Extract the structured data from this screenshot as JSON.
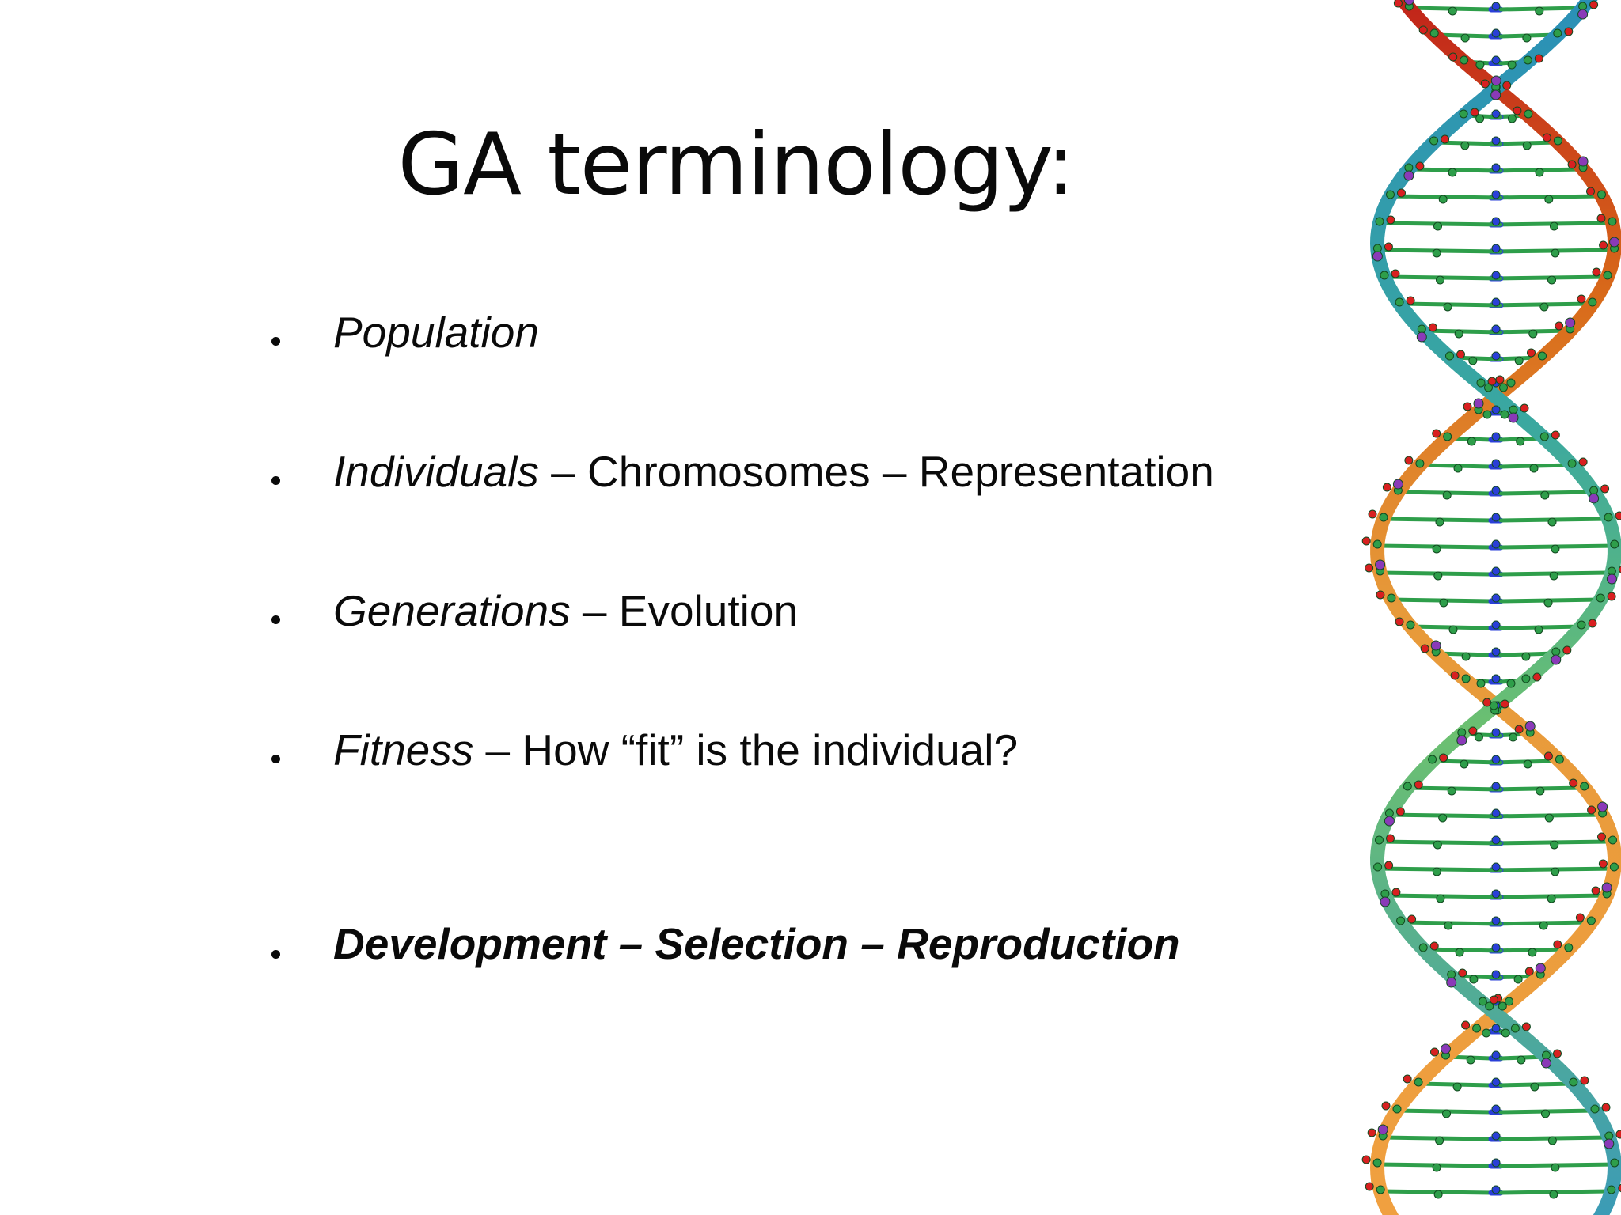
{
  "slide": {
    "title": "GA terminology:",
    "bullets": [
      {
        "term": "Population",
        "rest": ""
      },
      {
        "term": "Individuals",
        "rest": " – Chromosomes – Representation"
      },
      {
        "term": "Generations",
        "rest": " – Evolution"
      },
      {
        "term": "Fitness",
        "rest": " – How “fit” is the individual?"
      },
      {
        "term": "Development – Selection – Reproduction",
        "rest": "",
        "bold": true
      }
    ],
    "image": {
      "subject": "dna-double-helix",
      "colors": {
        "backbone_a": [
          "#c0201a",
          "#d86a1a",
          "#e79a3a",
          "#f0a040"
        ],
        "backbone_b": [
          "#2a8fb8",
          "#3aa8a0",
          "#6cc070",
          "#90d070"
        ],
        "carbon": "#2e9e4a",
        "nitrogen": "#2a3fd8",
        "oxygen": "#d82020",
        "phosphorus": "#8a3ab8"
      }
    }
  }
}
